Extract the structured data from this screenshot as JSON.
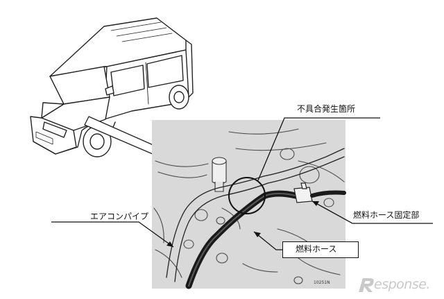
{
  "labels": {
    "defect_location": "不具合発生箇所",
    "ac_pipe": "エアコンパイプ",
    "fuel_hose_fixing": "燃料ホース固定部",
    "fuel_hose": "燃料ホース"
  },
  "photo": {
    "part_number": "10251N"
  },
  "watermark": {
    "brand": "esponse."
  },
  "colors": {
    "photo_background": "#d9d9d9",
    "line": "#111111",
    "watermark": "#c9c9c9"
  }
}
